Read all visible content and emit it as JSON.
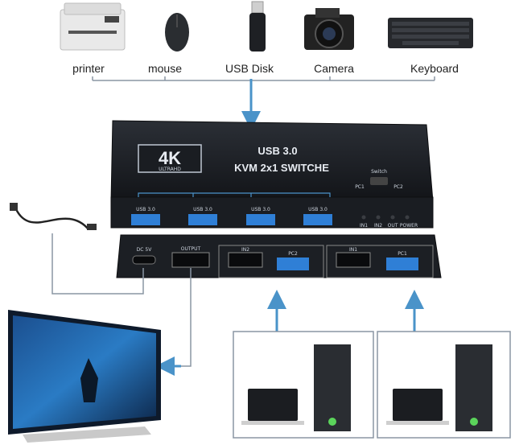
{
  "devices": [
    {
      "label": "printer",
      "icon": "printer-icon"
    },
    {
      "label": "mouse",
      "icon": "mouse-icon"
    },
    {
      "label": "USB Disk",
      "icon": "usb-disk-icon"
    },
    {
      "label": "Camera",
      "icon": "camera-icon"
    },
    {
      "label": "Keyboard",
      "icon": "keyboard-icon"
    }
  ],
  "switch": {
    "logo_main": "4K",
    "logo_sub": "ULTRAHD",
    "title_line1": "USB 3.0",
    "title_line2": "KVM 2x1 SWITCHE",
    "switch_label": "Switch",
    "pc1": "PC1",
    "pc2": "PC2",
    "usb_ports": [
      "USB 3.0",
      "USB 3.0",
      "USB 3.0",
      "USB 3.0"
    ],
    "leds": [
      "IN1",
      "IN2",
      "OUT",
      "POWER"
    ],
    "rear_ports": {
      "dc": "DC 5V",
      "output": "OUTPUT",
      "in2": "IN2",
      "pc2": "PC2",
      "in1": "IN1",
      "pc1": "PC1"
    }
  },
  "colors": {
    "arrow": "#4a93c9",
    "usb_port": "#2f7fd6",
    "switch_body": "#1c1f24",
    "line": "#8a96a3"
  }
}
